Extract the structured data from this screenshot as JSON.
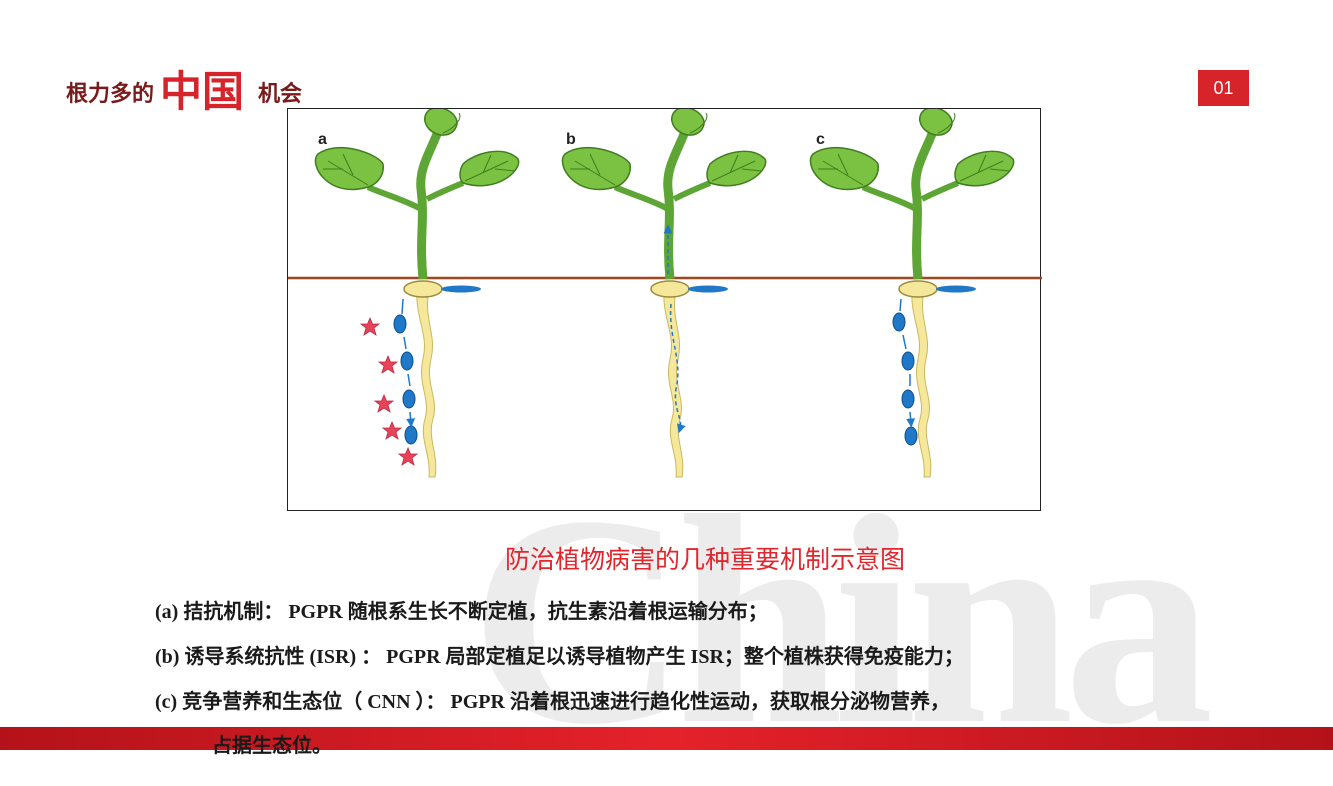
{
  "header": {
    "logo_text_left": "根力多的",
    "logo_text_mark": "中国",
    "logo_text_right": "机会",
    "page_number": "01"
  },
  "watermark": "China",
  "figure": {
    "panels": [
      "a",
      "b",
      "c"
    ]
  },
  "caption": "防治植物病害的几种重要机制示意图",
  "descriptions": {
    "a": "(a)  拮抗机制： PGPR 随根系生长不断定植，抗生素沿着根运输分布；",
    "b": "(b)  诱导系统抗性 (ISR) ：   PGPR 局部定植足以诱导植物产生 ISR；整个植株获得免疫能力；",
    "c": "(c)  竞争营养和生态位（ CNN ）： PGPR 沿着根迅速进行趋化性运动，获取根分泌物营养，",
    "c_cont": "占据生态位。"
  },
  "colors": {
    "accent_red": "#e2262c",
    "bar_red": "#d7242a",
    "soil_line": "#a0471f",
    "leaf_green": "#7cc242",
    "root_yellow": "#f6e89a",
    "bacteria_blue": "#1f78c8",
    "antibiotic_red": "#e8435a"
  }
}
